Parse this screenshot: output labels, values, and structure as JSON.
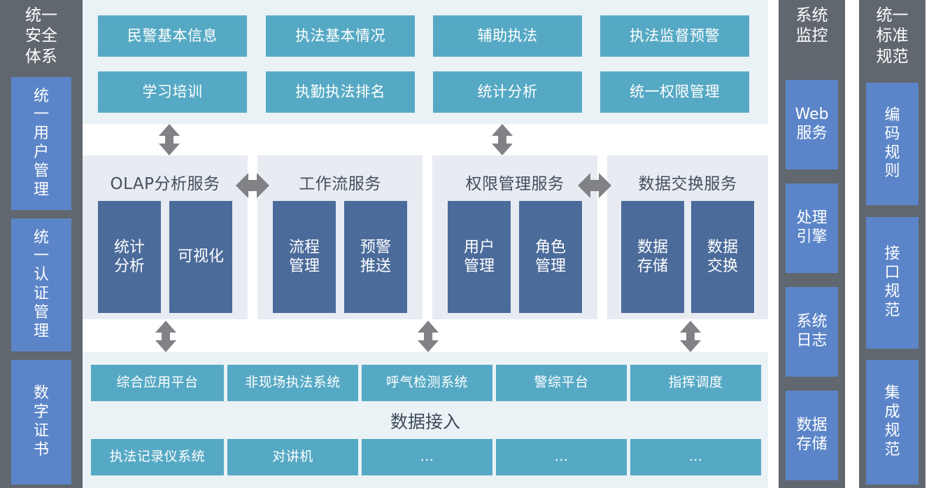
{
  "left_bar": {
    "title": "统一\n安全\n体系",
    "items": [
      {
        "label": "统\n一\n用\n户\n管\n理"
      },
      {
        "label": "统\n一\n认\n证\n管\n理"
      },
      {
        "label": "数\n字\n证\n书"
      }
    ]
  },
  "application_layer": {
    "boxes": [
      {
        "label": "民警基本信息"
      },
      {
        "label": "执法基本情况"
      },
      {
        "label": "辅助执法"
      },
      {
        "label": "执法监督预警"
      },
      {
        "label": "学习培训"
      },
      {
        "label": "执勤执法排名"
      },
      {
        "label": "统计分析"
      },
      {
        "label": "统一权限管理"
      }
    ]
  },
  "service_layer": {
    "panels": [
      {
        "title": "OLAP分析服务",
        "items": [
          {
            "label": "统计\n分析"
          },
          {
            "label": "可视化"
          }
        ]
      },
      {
        "title": "工作流服务",
        "items": [
          {
            "label": "流程\n管理"
          },
          {
            "label": "预警\n推送"
          }
        ]
      },
      {
        "title": "权限管理服务",
        "items": [
          {
            "label": "用户\n管理"
          },
          {
            "label": "角色\n管理"
          }
        ]
      },
      {
        "title": "数据交换服务",
        "items": [
          {
            "label": "数据\n存储"
          },
          {
            "label": "数据\n交换"
          }
        ]
      }
    ]
  },
  "data_layer": {
    "center_label": "数据接入",
    "row_top": [
      {
        "label": "综合应用平台"
      },
      {
        "label": "非现场执法系统"
      },
      {
        "label": "呼气检测系统"
      },
      {
        "label": "警综平台"
      },
      {
        "label": "指挥调度"
      }
    ],
    "row_bottom": [
      {
        "label": "执法记录仪系统"
      },
      {
        "label": "对讲机"
      },
      {
        "label": "..."
      },
      {
        "label": "..."
      },
      {
        "label": "..."
      }
    ]
  },
  "right_columns": [
    {
      "title": "系统\n监控",
      "items": [
        {
          "label": "Web\n服务"
        },
        {
          "label": "处理\n引擎"
        },
        {
          "label": "系统\n日志"
        },
        {
          "label": "数据\n存储"
        }
      ]
    },
    {
      "title": "统一\n标准\n规范",
      "items": [
        {
          "label": "编\n码\n规\n则"
        },
        {
          "label": "接\n口\n规\n范"
        },
        {
          "label": "集\n成\n规\n范"
        }
      ]
    }
  ],
  "arrows": {
    "vertical_double": "vertical-double-arrow-icon",
    "horizontal_double": "horizontal-double-arrow-icon"
  },
  "colors": {
    "teal": "#56A9C4",
    "navy": "#4B6B9A",
    "side_blue": "#5B85C8",
    "dark_gray": "#61676F",
    "panel_light_blue": "#EAF2F6",
    "panel_light_gray": "#E8EBF2",
    "arrow_gray": "#808286"
  }
}
